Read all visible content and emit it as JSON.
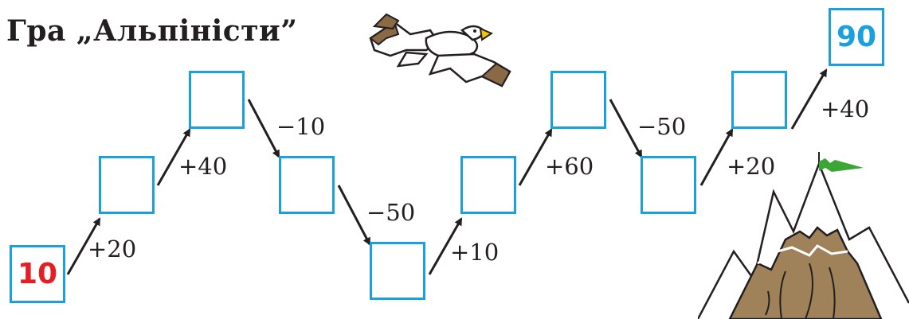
{
  "title": "Гра „Альпіністи”",
  "start_value": "10",
  "finish_value": "90",
  "steps": [
    "+20",
    "+40",
    "−10",
    "−50",
    "+10",
    "+60",
    "−50",
    "+20",
    "+40"
  ],
  "colors": {
    "box_border": "#1aa0dc",
    "start_text": "#e31e24",
    "finish_text": "#1aa0dc",
    "flag": "#3aa635",
    "mountain": "#a0825a",
    "eagle_beak": "#f5c400"
  },
  "icons": [
    "eagle-illustration",
    "mountain-with-flag-illustration"
  ]
}
